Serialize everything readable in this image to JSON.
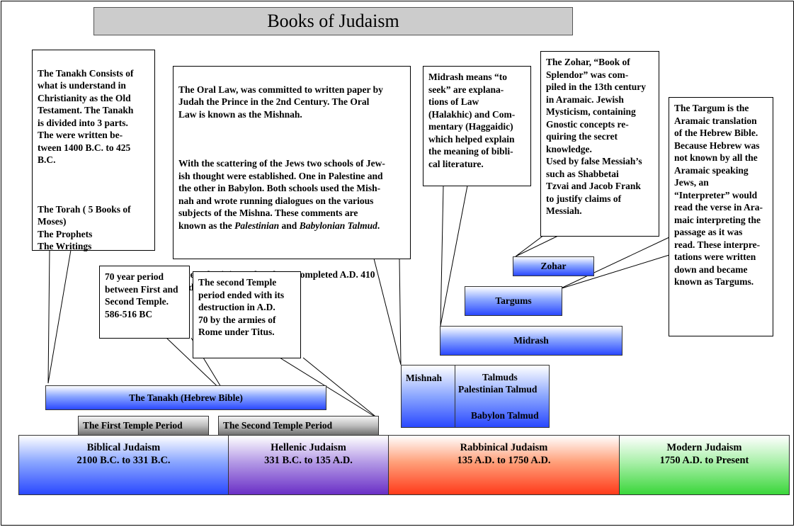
{
  "title": "Books of Judaism",
  "callouts": {
    "tanakh": {
      "lines_a": "The Tanakh Consists of\nwhat  is understand in\nChristianity as the Old\nTestament.  The Tanakh\nis divided into 3 parts.\nThe were written be-\ntween 1400 B.C. to 425\nB.C.",
      "lines_b": "The Torah ( 5 Books of\nMoses)\nThe Prophets\nThe Writings"
    },
    "oral_law": {
      "para1": "The Oral Law, was committed to written paper by\nJudah the Prince in the 2nd Century.  The Oral\nLaw is known as the Mishnah.",
      "para2_prefix": "With the scattering of the Jews two schools of Jew-\nish thought were established. One in Palestine and\nthe other in Babylon.  Both schools used the Mish-\nnah and wrote running dialogues on the various\nsubjects of the Mishna. These comments are\nknown as the ",
      "para2_italic1": "Palestinian",
      "para2_and": " and ",
      "para2_italic2": "Babylonian Talmud",
      "para2_end": ".",
      "para3": "The Palestinian Talmud was completed A.D. 410\nand the Babylonian A.D. 500."
    },
    "midrash": "Midrash means “to\nseek” are explana-\ntions of Law\n(Halakhic) and Com-\nmentary (Haggaidic)\nwhich helped explain\nthe meaning of bibli-\ncal literature.",
    "zohar": "The Zohar, “Book of\nSplendor” was com-\npiled in the 13th century\nin Aramaic.  Jewish\nMysticism, containing\nGnostic concepts re-\nquiring the secret\nknowledge.\nUsed by false Messiah’s\nsuch as Shabbetai\nTzvai and Jacob Frank\nto justify claims of\nMessiah.",
    "targum": "The Targum is the\nAramaic translation\nof the Hebrew Bible.\nBecause Hebrew was\nnot known by all the\nAramaic speaking\nJews, an\n“Interpreter” would\nread the verse in Ara-\nmaic interpreting the\npassage as it was\nread.  These interpre-\ntations were written\ndown and became\nknown as Targums.",
    "seventy_year": "70 year period\nbetween First and\nSecond Temple.\n586-516 BC",
    "second_temple": "The second Temple\nperiod ended with its\ndestruction in A.D.\n70 by the armies of\nRome under Titus."
  },
  "bars": {
    "tanakh": "The Tanakh (Hebrew Bible)",
    "first_temple": "The First Temple Period",
    "second_temple": "The Second Temple  Period",
    "zohar": "Zohar",
    "targums": "Targums",
    "midrash": "Midrash",
    "mishnah": "Mishnah",
    "talmuds": "Talmuds",
    "palestinian_talmud": "Palestinian Talmud",
    "babylon_talmud": "Babylon Talmud"
  },
  "eras": [
    {
      "name": "Biblical Judaism",
      "dates": "2100 B.C. to 331 B.C.",
      "color": "#2a48ff"
    },
    {
      "name": "Hellenic Judaism",
      "dates": "331 B.C. to 135 A.D.",
      "color": "#6a2fc6"
    },
    {
      "name": "Rabbinical Judaism",
      "dates": "135 A.D. to 1750 A.D.",
      "color": "#ff3a1a"
    },
    {
      "name": "Modern Judaism",
      "dates": "1750 A.D. to Present",
      "color": "#3ad63a"
    }
  ]
}
